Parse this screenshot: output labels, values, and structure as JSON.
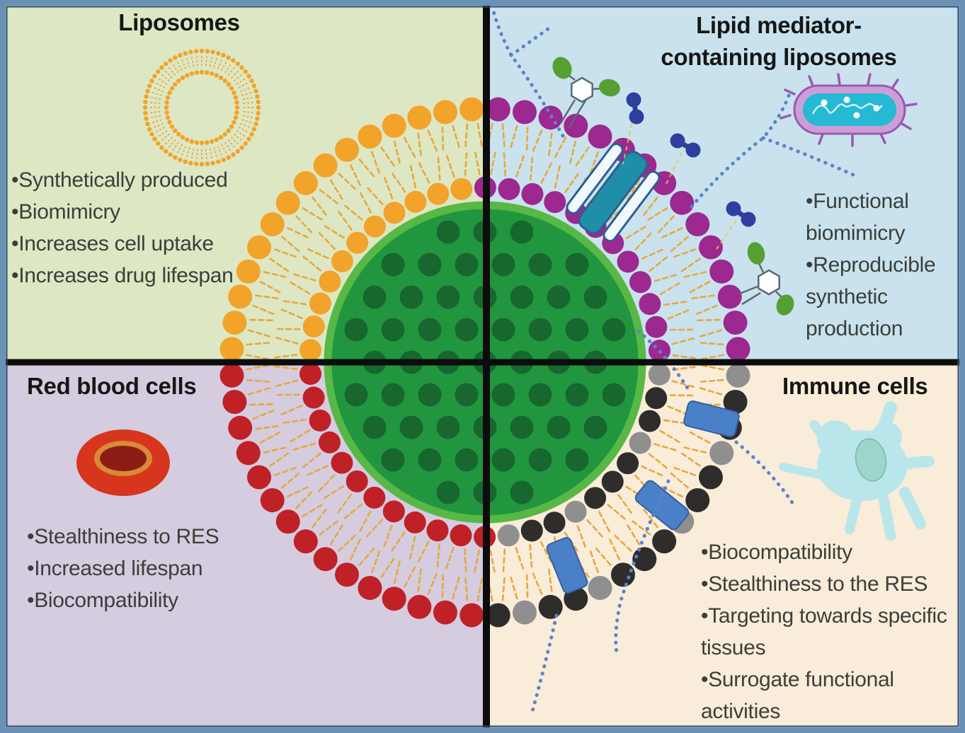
{
  "colors": {
    "frame_outer": "#6a90b5",
    "frame_inner_line": "#27476e",
    "divider": "#0c0c0c",
    "quadrant_bg": {
      "top_left": "#dde7c3",
      "top_right": "#c9e2ee",
      "bottom_left": "#d5cce0",
      "bottom_right": "#f9ecd9"
    },
    "core_fill": "#21963f",
    "core_ring": "#57b845",
    "core_dot": "#17672f",
    "lipid_tail": "#e7a83d",
    "head_liposome": "#f2a32a",
    "head_lipid_mediator": "#9c2890",
    "head_rbc": "#bf2127",
    "head_immune": "#2e2d2b",
    "head_immune_gray": "#8f8f8f",
    "membrane_protein_teal": "#1f8fa8",
    "membrane_protein_blue": "#4a80c8",
    "peg_chain": "#5b83c9",
    "dimer_blue": "#2e3f9f",
    "antibody_green": "#56a033",
    "antibody_stalk": "#5a6b74",
    "bacterium_outline": "#9b58b3",
    "bacterium_membrane": "#cb9fd6",
    "bacterium_fill": "#25b9d3",
    "rbc_red": "#d8351f",
    "rbc_ring": "#d88a36",
    "rbc_center": "#8c1d14",
    "immune_cell_fill": "#b9e6ea",
    "immune_cell_nucleus": "#9fd4cb",
    "text": "#3a3f3a",
    "title": "#161616"
  },
  "icons": {
    "liposome_icon": "liposome-vesicle-ring",
    "bacterium_icon": "bacterium",
    "red_blood_cell_icon": "red-blood-cell",
    "immune_cell_icon": "immune-cell-amoeboid",
    "nanoparticle_core": "nanoparticle-core-with-cargo-dots"
  },
  "quadrants": {
    "top_left": {
      "title": "Liposomes",
      "bullets": [
        "•Synthetically produced",
        "•Biomimicry",
        "•Increases cell uptake",
        "•Increases drug lifespan"
      ]
    },
    "top_right": {
      "title_line1": "Lipid mediator-",
      "title_line2": "containing liposomes",
      "bullets": [
        "•Functional biomimicry",
        "•Reproducible synthetic production"
      ]
    },
    "bottom_left": {
      "title": "Red blood cells",
      "bullets": [
        "•Stealthiness to RES",
        "•Increased lifespan",
        "•Biocompatibility"
      ]
    },
    "bottom_right": {
      "title": "Immune cells",
      "bullets": [
        "•Biocompatibility",
        "•Stealthiness to the RES",
        "•Targeting towards specific tissues",
        "•Surrogate functional activities"
      ]
    }
  }
}
